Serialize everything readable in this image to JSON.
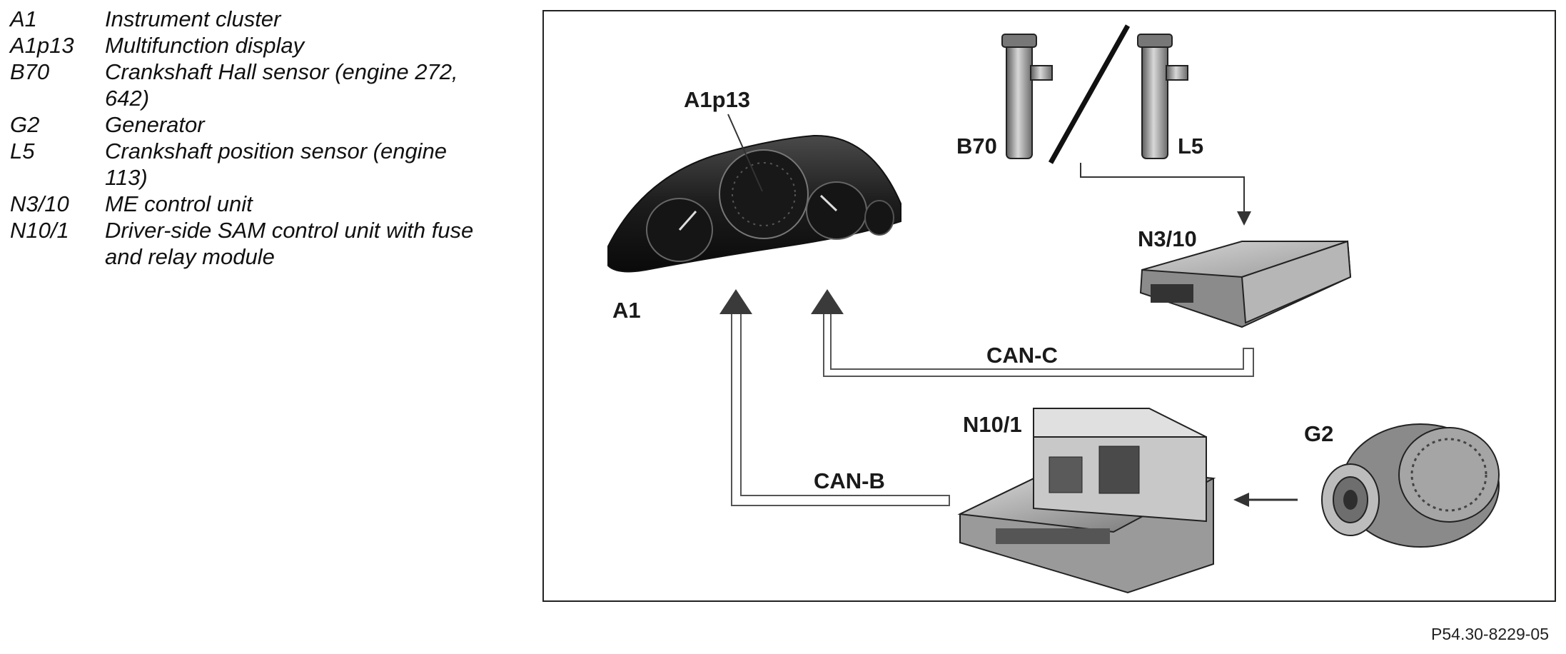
{
  "legend": [
    {
      "code": "A1",
      "desc": "Instrument cluster"
    },
    {
      "code": "A1p13",
      "desc": "Multifunction display"
    },
    {
      "code": "B70",
      "desc": "Crankshaft Hall sensor (engine 272, 642)"
    },
    {
      "code": "G2",
      "desc": "Generator"
    },
    {
      "code": "L5",
      "desc": "Crankshaft position sensor (engine 113)"
    },
    {
      "code": "N3/10",
      "desc": "ME control unit"
    },
    {
      "code": "N10/1",
      "desc": "Driver-side SAM control unit with fuse and relay module"
    }
  ],
  "diagram": {
    "labels": {
      "a1": "A1",
      "a1p13": "A1p13",
      "b70": "B70",
      "l5": "L5",
      "n3_10": "N3/10",
      "n10_1": "N10/1",
      "g2": "G2",
      "can_c": "CAN-C",
      "can_b": "CAN-B"
    }
  },
  "footer": {
    "ref": "P54.30-8229-05"
  }
}
